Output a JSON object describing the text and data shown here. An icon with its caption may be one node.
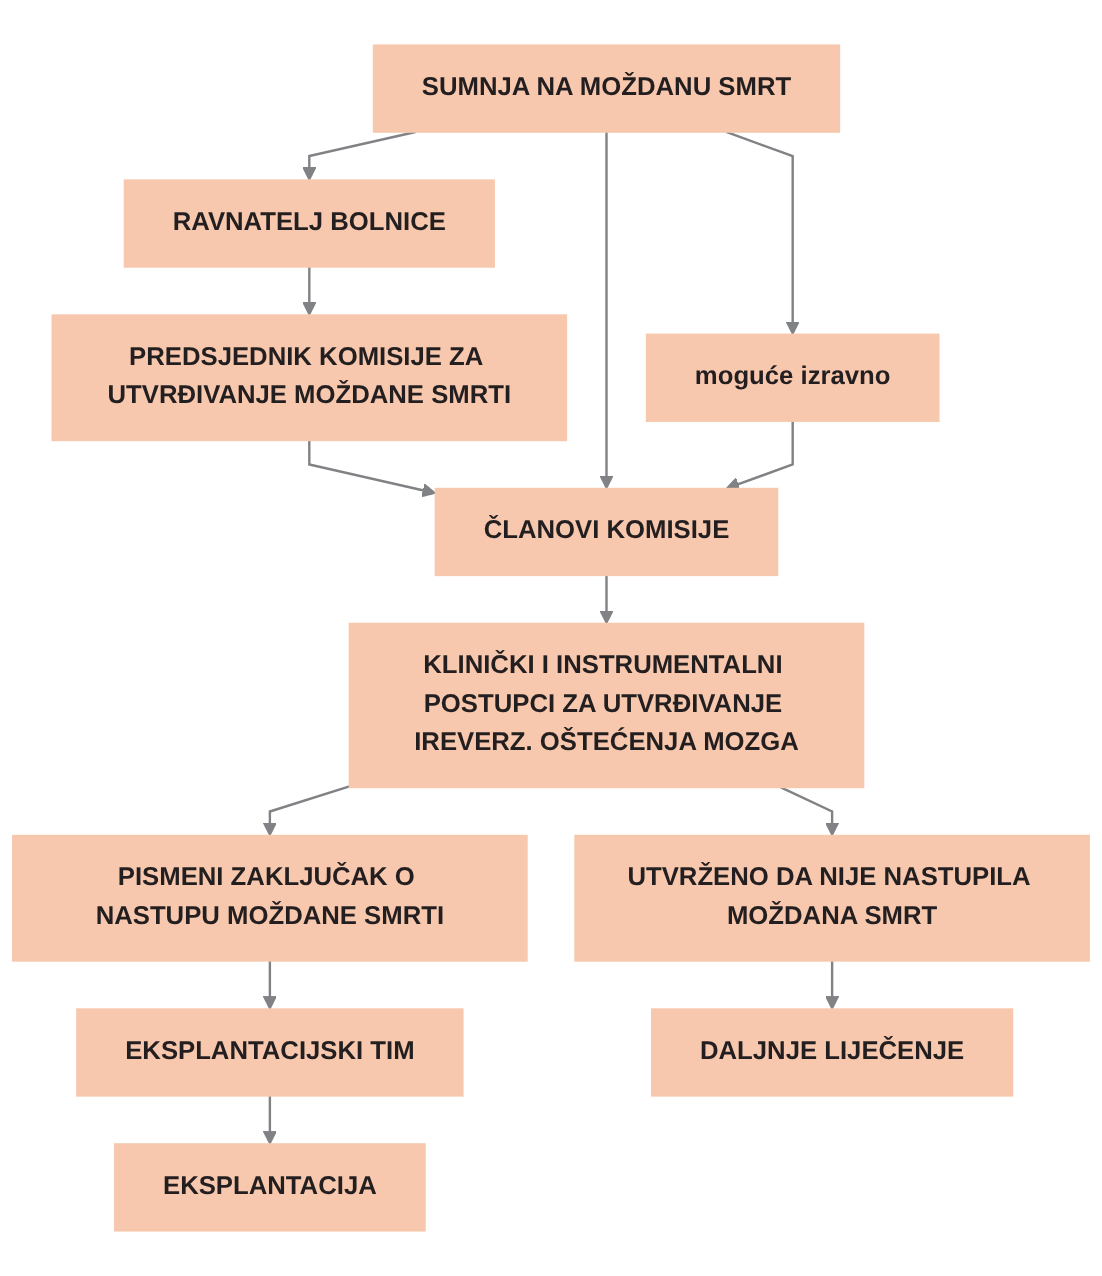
{
  "diagram": {
    "nodes": [
      {
        "text": [
          "SUMNJA NA MOŽDANU SMRT"
        ]
      },
      {
        "text": [
          "RAVNATELJ BOLNICE"
        ]
      },
      {
        "text": [
          "moguće izravno"
        ]
      },
      {
        "text": [
          "PREDSJEDNIK KOMISIJE ZA UTVRĐIVANJE MOŽDANE SMRTI"
        ]
      },
      {
        "text": [
          "ČLANOVI KOMISIJE"
        ]
      },
      {
        "text": [
          "KLINIČKI I INSTRUMENTALNI POSTUPCI ZA UTVRĐIVANJE IREVERZ. OŠTEĆENJA MOZGA"
        ]
      },
      {
        "text": [
          "PISMENI ZAKLJUČAK O NASTUPU MOŽDANE SMRTI"
        ]
      },
      {
        "text": [
          "UTVRŽENO DA NIJE NASTUPILA MOŽDANA SMRT"
        ]
      },
      {
        "text": [
          "EKSPLANTACIJSKI TIM"
        ]
      },
      {
        "text": [
          "EKSPLANTACIJA"
        ]
      },
      {
        "text": [
          "DALJNJE LIJEČENJE"
        ]
      }
    ],
    "edges": [
      {
        "from": 0,
        "to": 1,
        "arrow": "to"
      },
      {
        "from": 1,
        "to": 3,
        "arrow": "to"
      },
      {
        "from": 3,
        "to": 4,
        "arrow": "to"
      },
      {
        "from": 0,
        "to": 4,
        "arrow": "to"
      },
      {
        "from": 0,
        "to": 2,
        "arrow": "to"
      },
      {
        "from": 2,
        "to": 4,
        "arrow": "to"
      },
      {
        "from": 4,
        "to": 5,
        "arrow": "to"
      },
      {
        "from": 5,
        "to": 6,
        "arrow": "to"
      },
      {
        "from": 5,
        "to": 7,
        "arrow": "to"
      },
      {
        "from": 6,
        "to": 8,
        "arrow": "to"
      },
      {
        "from": 8,
        "to": 9,
        "arrow": "to"
      },
      {
        "from": 7,
        "to": 10,
        "arrow": "to"
      }
    ]
  }
}
